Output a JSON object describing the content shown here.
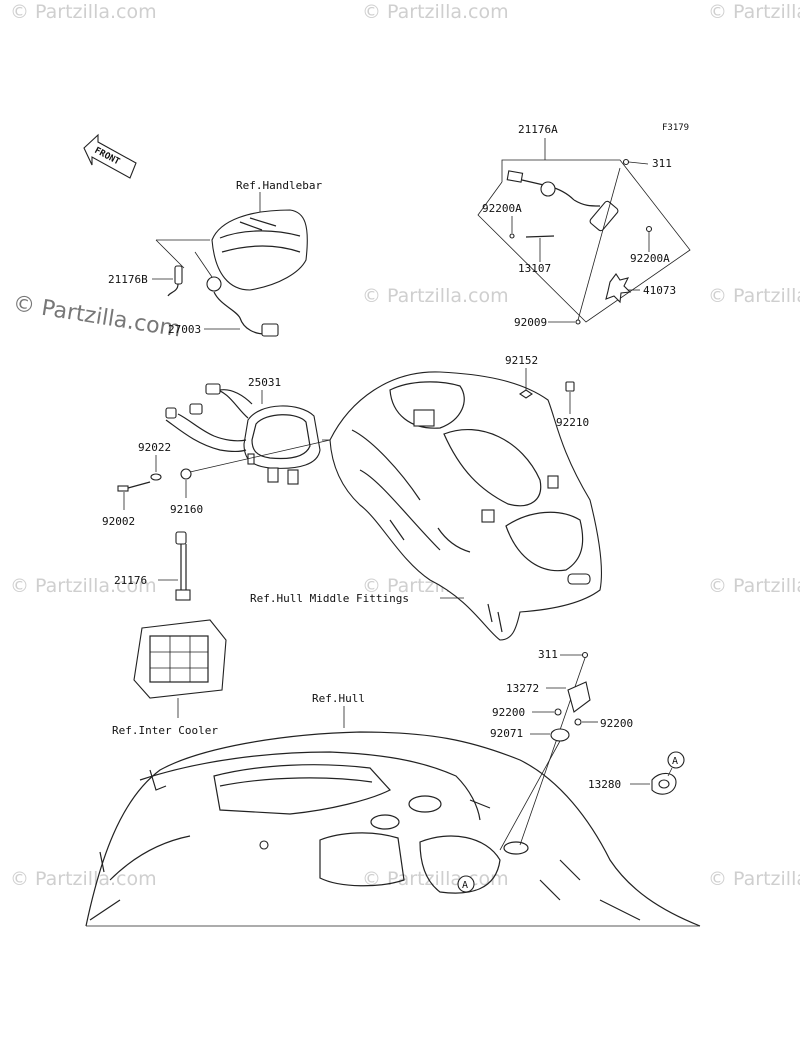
{
  "figure_code": "F3179",
  "front_arrow": "FRONT",
  "watermark": "© Partzilla.com",
  "labels": {
    "ref_handlebar": "Ref.Handlebar",
    "ref_hull_middle": "Ref.Hull Middle Fittings",
    "ref_hull": "Ref.Hull",
    "ref_inter_cooler": "Ref.Inter Cooler",
    "p21176A": "21176A",
    "p311_top": "311",
    "p92200A_left": "92200A",
    "p92200A_right": "92200A",
    "p13107": "13107",
    "p41073": "41073",
    "p92009": "92009",
    "p21176B": "21176B",
    "p27003": "27003",
    "p92152": "92152",
    "p92210": "92210",
    "p25031": "25031",
    "p92022": "92022",
    "p92160": "92160",
    "p92002": "92002",
    "p21176": "21176",
    "p311_bot": "311",
    "p13272": "13272",
    "p92200_left": "92200",
    "p92200_right": "92200",
    "p92071": "92071",
    "p13280": "13280",
    "callout_a": "A"
  }
}
